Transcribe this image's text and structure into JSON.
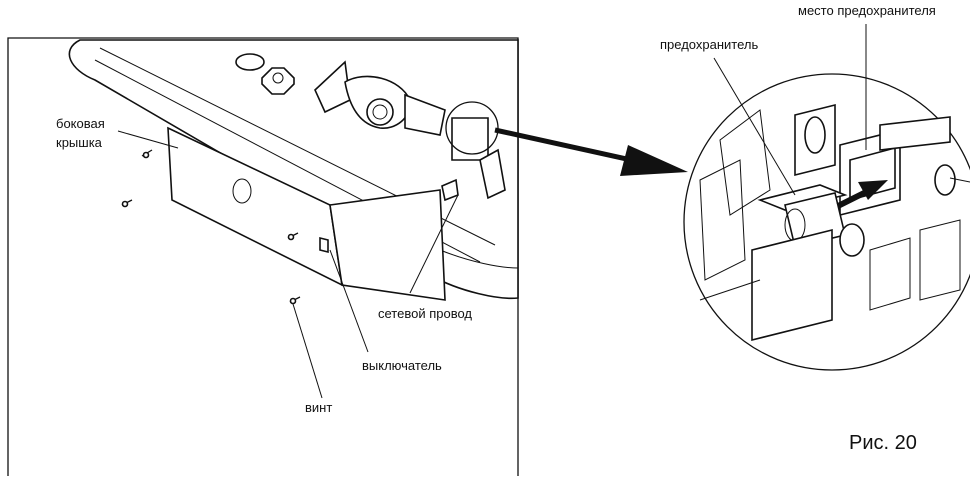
{
  "labels": {
    "side_cover": [
      "боковая",
      "крышка"
    ],
    "power_cord": "сетевой провод",
    "switch": "выключатель",
    "screw": "винт",
    "fuse": "предохранитель",
    "fuse_location": "место предохранителя"
  },
  "figure_caption": "Рис. 20",
  "colors": {
    "line": "#111111",
    "background": "#ffffff"
  }
}
